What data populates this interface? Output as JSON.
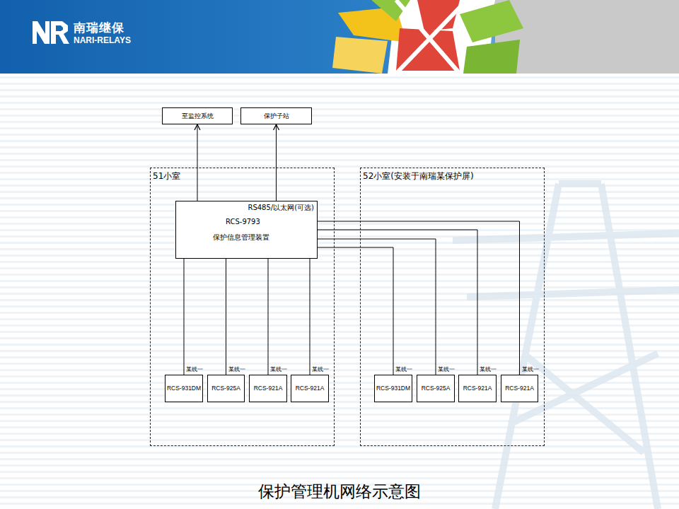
{
  "diagram": {
    "caption": "保护管理机网络示意图",
    "nodes": [
      {
        "text": [
          "至监控系统"
        ]
      },
      {
        "text": [
          "保护子站"
        ]
      },
      {
        "text": [
          "51小室"
        ]
      },
      {
        "text": [
          "RS485/以太网(可选)",
          "RCS-9793",
          "保护信息管理装置"
        ],
        "in": 2
      },
      {
        "text": [
          "某线一",
          "RCS-931DM"
        ],
        "in": 2
      },
      {
        "text": [
          "某线一",
          "RCS-925A"
        ],
        "in": 2
      },
      {
        "text": [
          "某线一",
          "RCS-921A"
        ],
        "in": 2
      },
      {
        "text": [
          "某线一",
          "RCS-921A"
        ],
        "in": 2
      },
      {
        "text": [
          "52小室(安装于南瑞某保护屏)"
        ]
      },
      {
        "text": [
          "某线一",
          "RCS-931DM"
        ],
        "in": 8
      },
      {
        "text": [
          "某线一",
          "RCS-925A"
        ],
        "in": 8
      },
      {
        "text": [
          "某线一",
          "RCS-921A"
        ],
        "in": 8
      },
      {
        "text": [
          "某线一",
          "RCS-921A"
        ],
        "in": 8
      }
    ],
    "edges": [
      {
        "from": 3,
        "to": 0,
        "arrow": "to"
      },
      {
        "from": 3,
        "to": 1,
        "arrow": "to"
      },
      {
        "from": 3,
        "to": 4,
        "arrow": "none"
      },
      {
        "from": 3,
        "to": 5,
        "arrow": "none"
      },
      {
        "from": 3,
        "to": 6,
        "arrow": "none"
      },
      {
        "from": 3,
        "to": 7,
        "arrow": "none"
      },
      {
        "from": 3,
        "to": 9,
        "arrow": "none"
      },
      {
        "from": 3,
        "to": 10,
        "arrow": "none"
      },
      {
        "from": 3,
        "to": 11,
        "arrow": "none"
      },
      {
        "from": 3,
        "to": 12,
        "arrow": "none"
      }
    ],
    "labels": [
      "南瑞继保",
      "NARI-RELAYS"
    ]
  }
}
